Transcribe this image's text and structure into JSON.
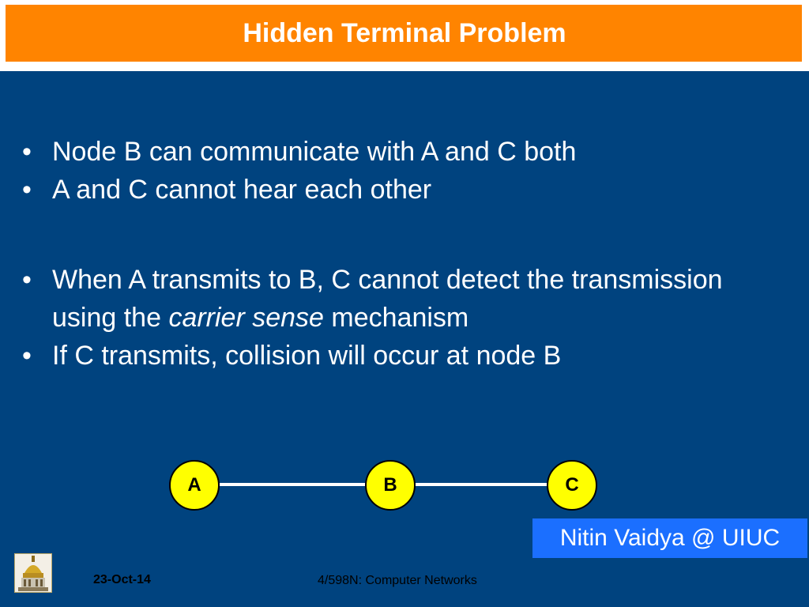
{
  "title": "Hidden Terminal Problem",
  "bullets": {
    "b1": "Node B can communicate with A and C both",
    "b2": "A and C cannot hear each other",
    "b3_part1": "When A transmits to B, C cannot detect the transmission using the ",
    "b3_emphasis": "carrier sense",
    "b3_part2": " mechanism",
    "b4": "If C transmits, collision will occur at node B"
  },
  "diagram": {
    "node_a": "A",
    "node_b": "B",
    "node_c": "C"
  },
  "credit": "Nitin Vaidya @ UIUC",
  "footer": {
    "date": "23-Oct-14",
    "course": "4/598N: Computer Networks"
  },
  "colors": {
    "background": "#00437f",
    "title_bar": "#ff8400",
    "node_fill": "#ffff00",
    "credit_box": "#1b6fff"
  },
  "icons": {
    "logo": "golden-dome-logo-icon"
  }
}
